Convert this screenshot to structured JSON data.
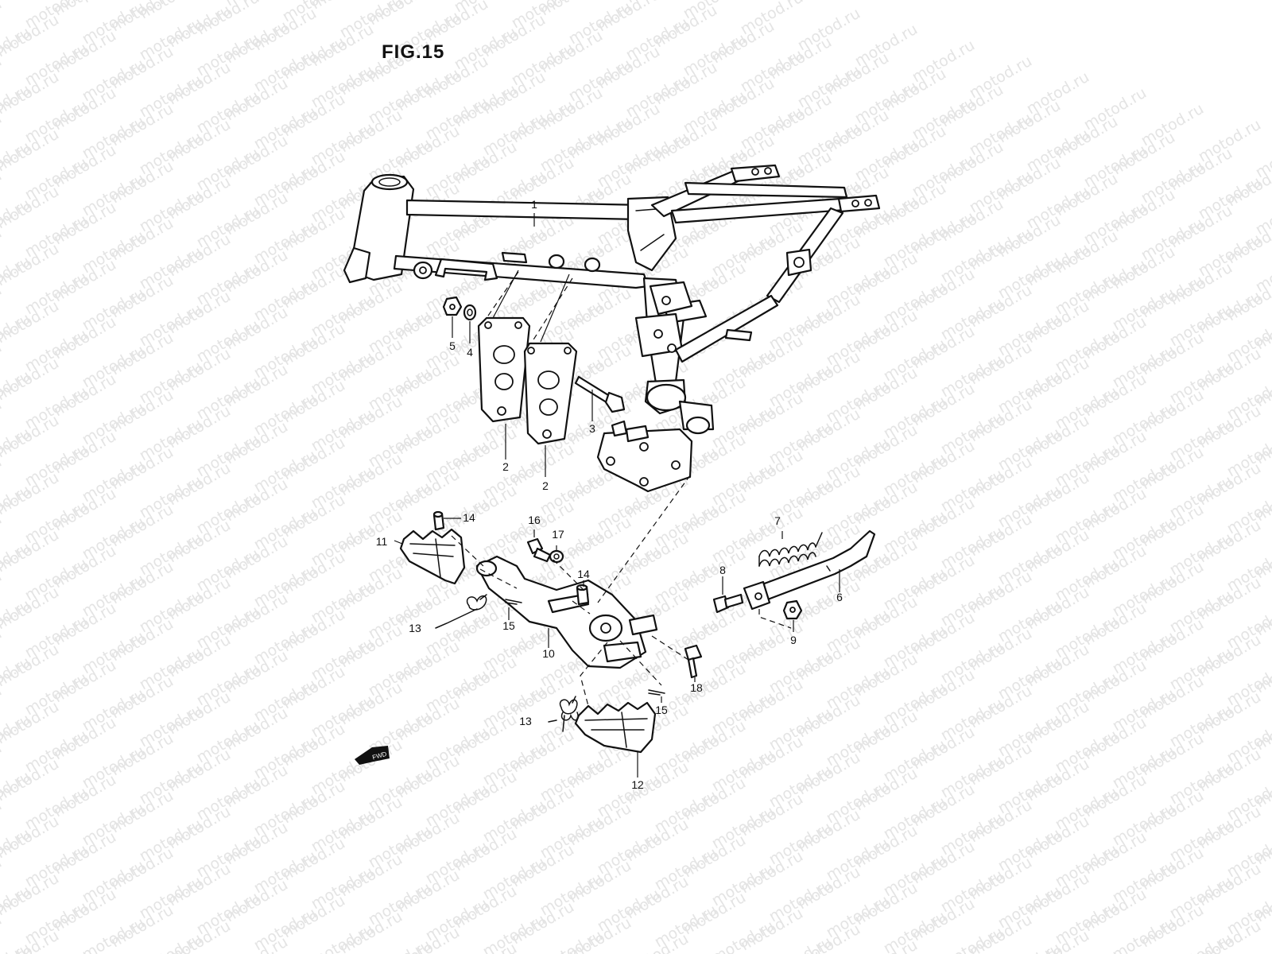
{
  "figure": {
    "title": "FIG.15"
  },
  "watermark": {
    "text": "motod.ru"
  },
  "fwd_arrow": {
    "label": "FWD"
  },
  "callouts": {
    "c1": "1",
    "c2a": "2",
    "c2b": "2",
    "c3": "3",
    "c4": "4",
    "c5": "5",
    "c6": "6",
    "c7": "7",
    "c8": "8",
    "c9": "9",
    "c10": "10",
    "c11": "11",
    "c12": "12",
    "c13a": "13",
    "c13b": "13",
    "c14a": "14",
    "c14b": "14",
    "c15a": "15",
    "c15b": "15",
    "c16": "16",
    "c17": "17",
    "c18": "18"
  }
}
